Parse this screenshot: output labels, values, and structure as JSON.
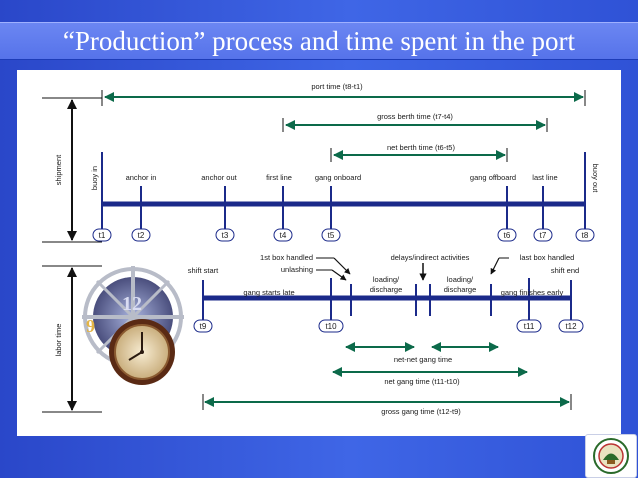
{
  "slide": {
    "title": "“Production” process and time spent in the port"
  },
  "colors": {
    "background": "#3556dd",
    "title_bar": "#5f7cee",
    "navy_line": "#1b2a8a",
    "green_arrow": "#0c6a4a"
  },
  "shipment": {
    "axis_label": "shipment",
    "buoy_in": "buoy in",
    "buoy_out": "buoy out",
    "events": [
      "anchor in",
      "anchor out",
      "first line",
      "gang onboard",
      "gang offboard",
      "last line"
    ],
    "ticks": [
      "t1",
      "t2",
      "t3",
      "t4",
      "t5",
      "t6",
      "t7",
      "t8"
    ],
    "spans": {
      "port_time": "port time (t8-t1)",
      "gross_berth_time": "gross berth time (t7-t4)",
      "net_berth_time": "net berth time (t6-t5)"
    }
  },
  "labor": {
    "axis_label": "labor time",
    "shift_start": "shift start",
    "shift_end": "shift end",
    "first_box_handled": "1st box handled",
    "unlashing": "unlashing",
    "delays": "delays/indirect activities",
    "last_box_handled": "last box handled",
    "loading_discharge": "loading/\ndischarge",
    "gang_starts_late": "gang starts late",
    "gang_finishes_early": "gang finishes early",
    "ticks": [
      "t9",
      "t10",
      "t11",
      "t12"
    ],
    "spans": {
      "net_net_gang_time": "net-net gang time",
      "net_gang_time": "net gang time (t11-t10)",
      "gross_gang_time": "gross gang time (t12-t9)"
    }
  },
  "clock": {
    "numerals": [
      "12",
      "9"
    ]
  }
}
